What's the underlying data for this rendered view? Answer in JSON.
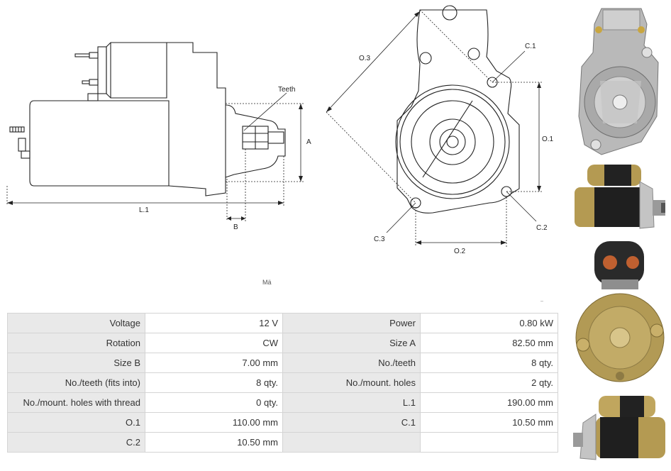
{
  "drawing": {
    "labels": {
      "teeth": "Teeth",
      "a": "A",
      "b": "B",
      "l1": "L.1",
      "o3": "O.3",
      "c1": "C.1",
      "o1": "O.1",
      "c2": "C.2",
      "c3": "C.3",
      "o2": "O.2"
    }
  },
  "watermark": "Mä",
  "tiny_mark": "′′′′",
  "specs": {
    "rows": [
      [
        {
          "label": "Voltage",
          "value": "12 V"
        },
        {
          "label": "Power",
          "value": "0.80 kW"
        }
      ],
      [
        {
          "label": "Rotation",
          "value": "CW"
        },
        {
          "label": "Size A",
          "value": "82.50 mm"
        }
      ],
      [
        {
          "label": "Size B",
          "value": "7.00 mm"
        },
        {
          "label": "No./teeth",
          "value": "8 qty."
        }
      ],
      [
        {
          "label": "No./teeth (fits into)",
          "value": "8 qty."
        },
        {
          "label": "No./mount. holes",
          "value": "2 qty."
        }
      ],
      [
        {
          "label": "No./mount. holes with thread",
          "value": "0 qty."
        },
        {
          "label": "L.1",
          "value": "190.00 mm"
        }
      ],
      [
        {
          "label": "O.1",
          "value": "110.00 mm"
        },
        {
          "label": "C.1",
          "value": "10.50 mm"
        }
      ],
      [
        {
          "label": "C.2",
          "value": "10.50 mm"
        },
        {
          "label": "",
          "value": ""
        }
      ]
    ]
  },
  "photos": [
    {
      "icon": "starter-front-flange-photo"
    },
    {
      "icon": "starter-side-view-photo"
    },
    {
      "icon": "starter-rear-cap-photo"
    },
    {
      "icon": "starter-side-view-photo-2"
    }
  ]
}
